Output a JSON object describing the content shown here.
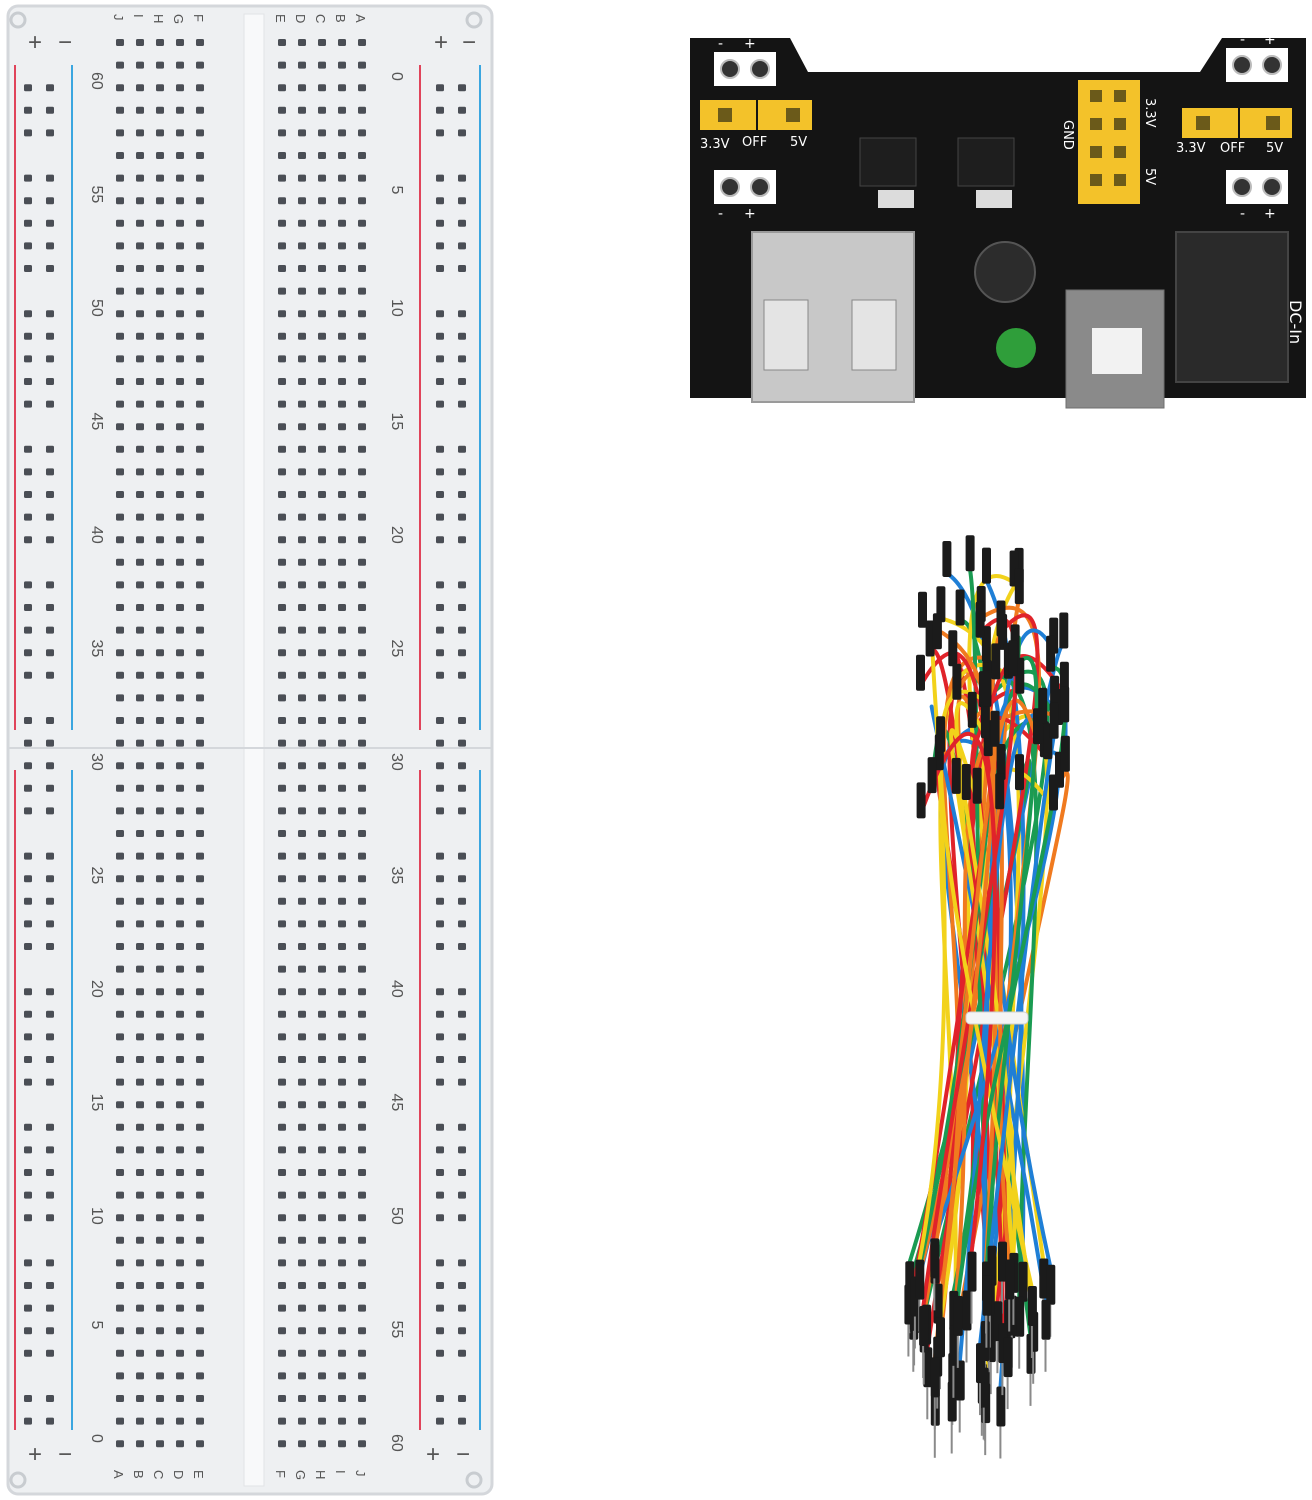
{
  "breadboard": {
    "left_numbers": [
      "60",
      "55",
      "50",
      "45",
      "40",
      "35",
      "30",
      "25",
      "20",
      "15",
      "10",
      "5",
      "0"
    ],
    "right_numbers": [
      "0",
      "5",
      "10",
      "15",
      "20",
      "25",
      "30",
      "35",
      "40",
      "45",
      "50",
      "55",
      "60"
    ],
    "top_letters_left": [
      "J",
      "I",
      "H",
      "G",
      "F"
    ],
    "top_letters_right": [
      "E",
      "D",
      "C",
      "B",
      "A"
    ],
    "bottom_letters_left": [
      "A",
      "B",
      "C",
      "D",
      "E"
    ],
    "bottom_letters_right": [
      "F",
      "G",
      "H",
      "I",
      "J"
    ],
    "plus": "+",
    "minus": "−",
    "colors": {
      "positive_rail": "#e0445a",
      "negative_rail": "#3aa6e0",
      "body": "#eef0f2",
      "hole": "#4a4e55"
    }
  },
  "power_module": {
    "label_3v3": "3.3V",
    "label_off": "OFF",
    "label_5v": "5V",
    "label_gnd": "GND",
    "label_dcin": "DC-In",
    "plus": "+",
    "minus": "-",
    "colors": {
      "pcb": "#141414",
      "jumper": "#f3c22a",
      "led": "#2f9e3a"
    }
  },
  "jumper_wires": {
    "colors": [
      "#e0232a",
      "#f2d21b",
      "#1f7fd6",
      "#1a9b52",
      "#f07a1f",
      "#222222"
    ]
  }
}
